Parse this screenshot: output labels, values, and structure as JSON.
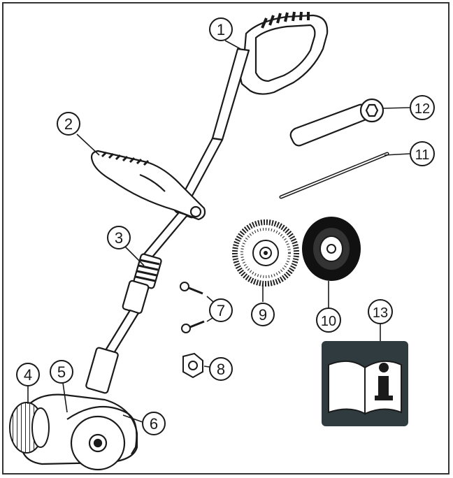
{
  "callouts": [
    {
      "id": "1",
      "label": "1"
    },
    {
      "id": "2",
      "label": "2"
    },
    {
      "id": "3",
      "label": "3"
    },
    {
      "id": "4",
      "label": "4"
    },
    {
      "id": "5",
      "label": "5"
    },
    {
      "id": "6",
      "label": "6"
    },
    {
      "id": "7",
      "label": "7"
    },
    {
      "id": "8",
      "label": "8"
    },
    {
      "id": "9",
      "label": "9"
    },
    {
      "id": "10",
      "label": "10"
    },
    {
      "id": "11",
      "label": "11"
    },
    {
      "id": "12",
      "label": "12"
    },
    {
      "id": "13",
      "label": "13"
    }
  ],
  "manual_icon": {
    "glyph": "i"
  },
  "colors": {
    "line": "#1a1a1a",
    "manual_bg": "#2f3b3e",
    "wire": "#222222"
  }
}
